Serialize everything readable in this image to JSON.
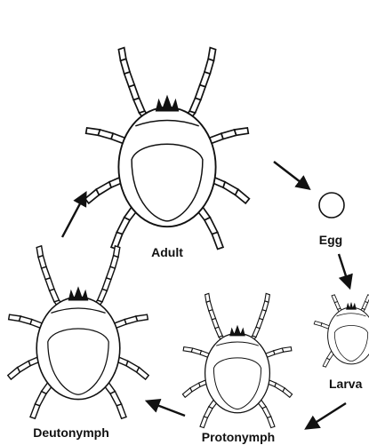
{
  "diagram": {
    "stages": [
      {
        "id": "adult",
        "label": "Adult"
      },
      {
        "id": "egg",
        "label": "Egg"
      },
      {
        "id": "larva",
        "label": "Larva"
      },
      {
        "id": "protonymph",
        "label": "Protonymph"
      },
      {
        "id": "deutonymph",
        "label": "Deutonymph"
      }
    ],
    "arrows": [
      {
        "from": "adult",
        "to": "egg"
      },
      {
        "from": "egg",
        "to": "larva"
      },
      {
        "from": "larva",
        "to": "protonymph"
      },
      {
        "from": "protonymph",
        "to": "deutonymph"
      },
      {
        "from": "deutonymph",
        "to": "adult"
      }
    ]
  }
}
